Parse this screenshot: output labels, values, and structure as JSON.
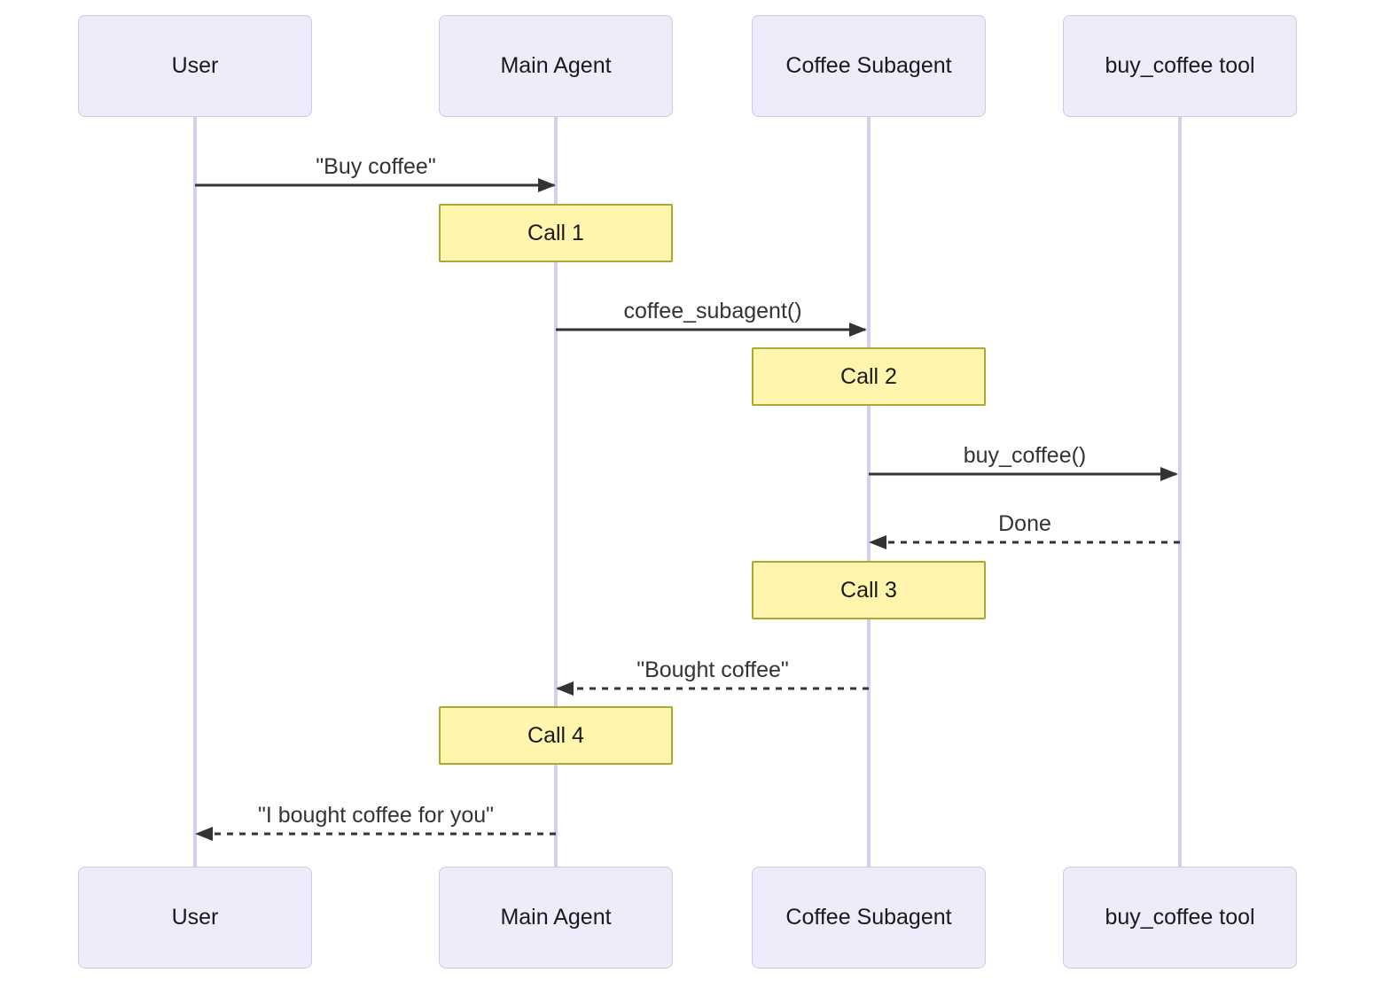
{
  "diagram": {
    "type": "sequence-diagram",
    "participants": [
      {
        "name": "User"
      },
      {
        "name": "Main Agent"
      },
      {
        "name": "Coffee Subagent"
      },
      {
        "name": "buy_coffee tool"
      }
    ],
    "messages": [
      {
        "from": "User",
        "to": "Main Agent",
        "label": "\"Buy coffee\"",
        "style": "solid"
      },
      {
        "from": "Main Agent",
        "to": "Coffee Subagent",
        "label": "coffee_subagent()",
        "style": "solid"
      },
      {
        "from": "Coffee Subagent",
        "to": "buy_coffee tool",
        "label": "buy_coffee()",
        "style": "solid"
      },
      {
        "from": "buy_coffee tool",
        "to": "Coffee Subagent",
        "label": "Done",
        "style": "dashed"
      },
      {
        "from": "Coffee Subagent",
        "to": "Main Agent",
        "label": "\"Bought coffee\"",
        "style": "dashed"
      },
      {
        "from": "Main Agent",
        "to": "User",
        "label": "\"I bought coffee for you\"",
        "style": "dashed"
      }
    ],
    "notes": [
      {
        "label": "Call 1",
        "over": "Main Agent"
      },
      {
        "label": "Call 2",
        "over": "Coffee Subagent"
      },
      {
        "label": "Call 3",
        "over": "Coffee Subagent"
      },
      {
        "label": "Call 4",
        "over": "Main Agent"
      }
    ],
    "colors": {
      "background": "#FFFFFF",
      "actor_fill": "#ECECFB",
      "actor_border": "#CDC9E8",
      "lifeline": "#D5CFEF",
      "note_fill": "#FFF5AD",
      "note_border": "#AAAA33",
      "arrow": "#333333",
      "message_text": "#333333",
      "actor_text": "#1A1A1A"
    }
  }
}
